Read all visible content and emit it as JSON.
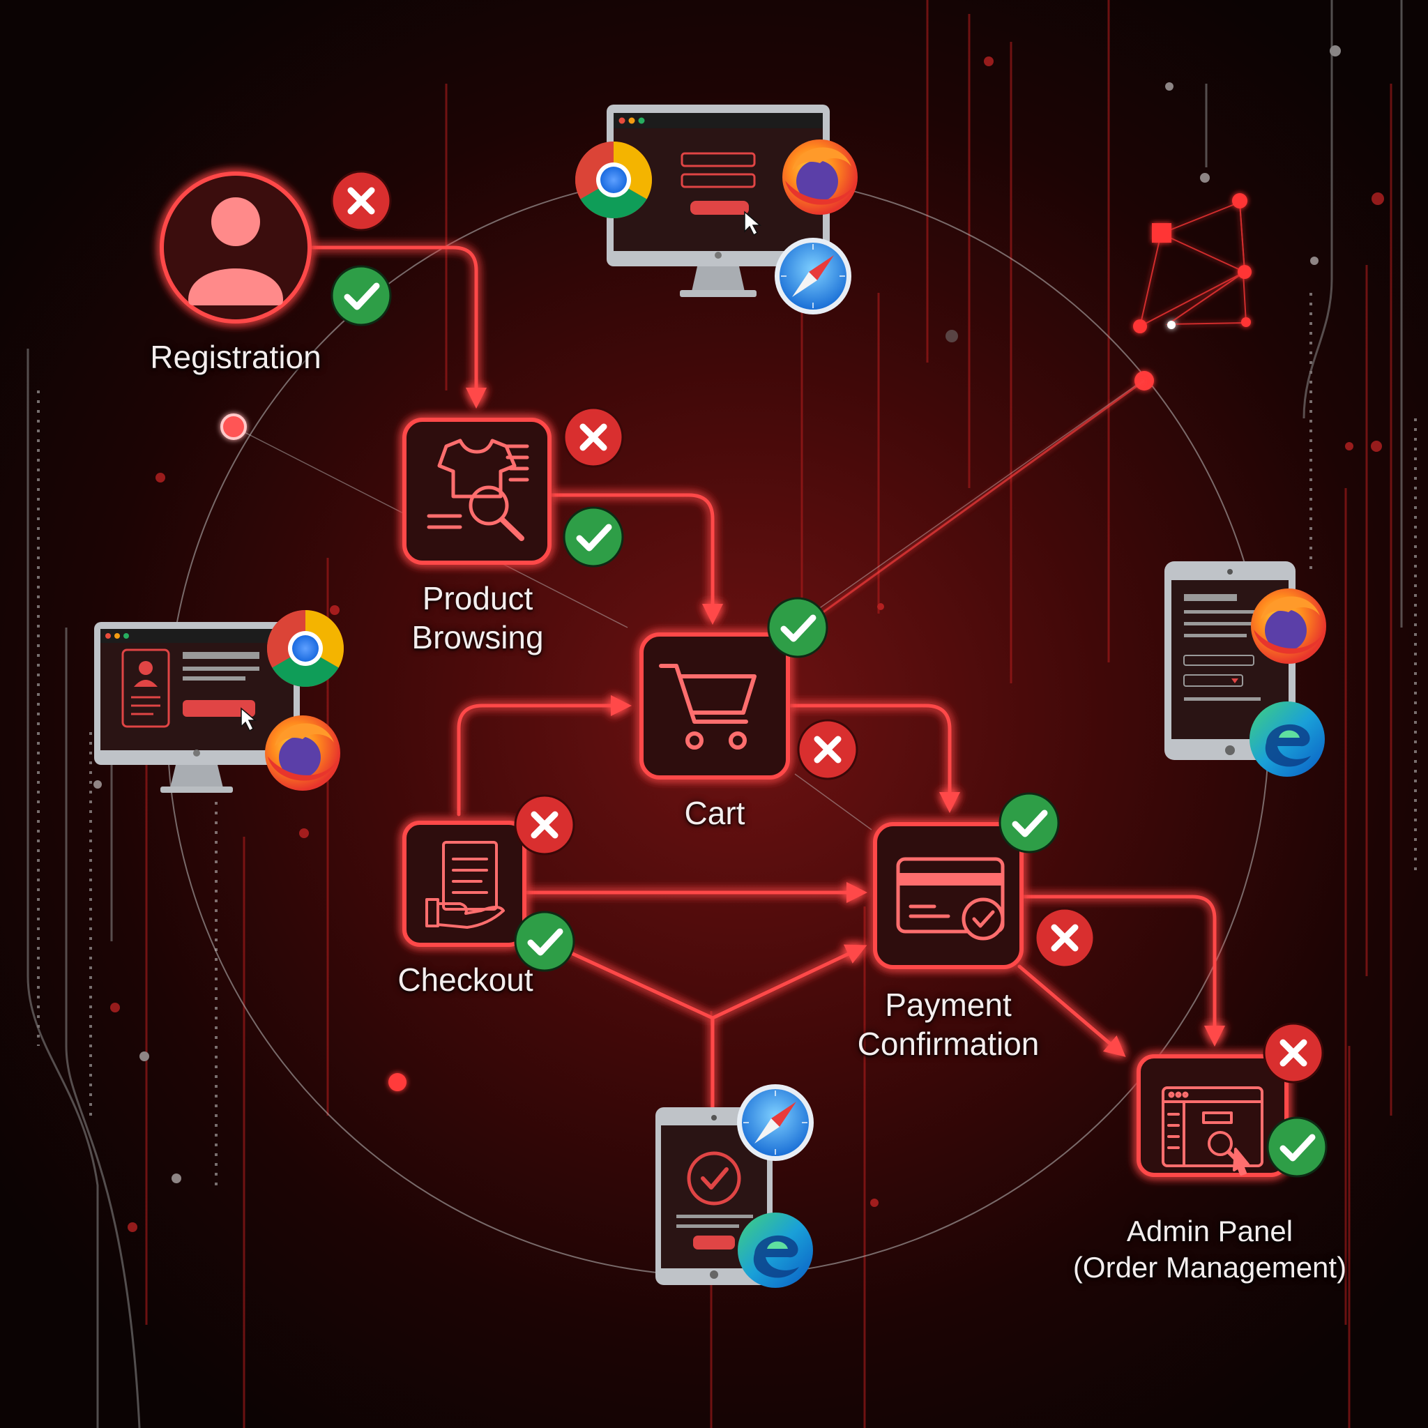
{
  "diagram": {
    "stages": [
      {
        "id": "registration",
        "label_lines": [
          "Registration"
        ]
      },
      {
        "id": "product-browsing",
        "label_lines": [
          "Product",
          "Browsing"
        ]
      },
      {
        "id": "cart",
        "label_lines": [
          "Cart"
        ]
      },
      {
        "id": "checkout",
        "label_lines": [
          "Checkout"
        ]
      },
      {
        "id": "payment-confirmation",
        "label_lines": [
          "Payment",
          "Confirmation"
        ]
      },
      {
        "id": "admin-panel",
        "label_lines": [
          "Admin Panel",
          "(Order Management)"
        ]
      }
    ],
    "status_badges": [
      "pass",
      "fail"
    ],
    "browsers": [
      "chrome-icon",
      "firefox-icon",
      "safari-icon",
      "edge-icon"
    ],
    "devices": [
      "desktop-monitor",
      "tablet"
    ],
    "colors": {
      "accent": "#ff3b3b",
      "background": "#2a0606",
      "pass": "#2e9e47",
      "fail": "#d92f2f"
    }
  }
}
